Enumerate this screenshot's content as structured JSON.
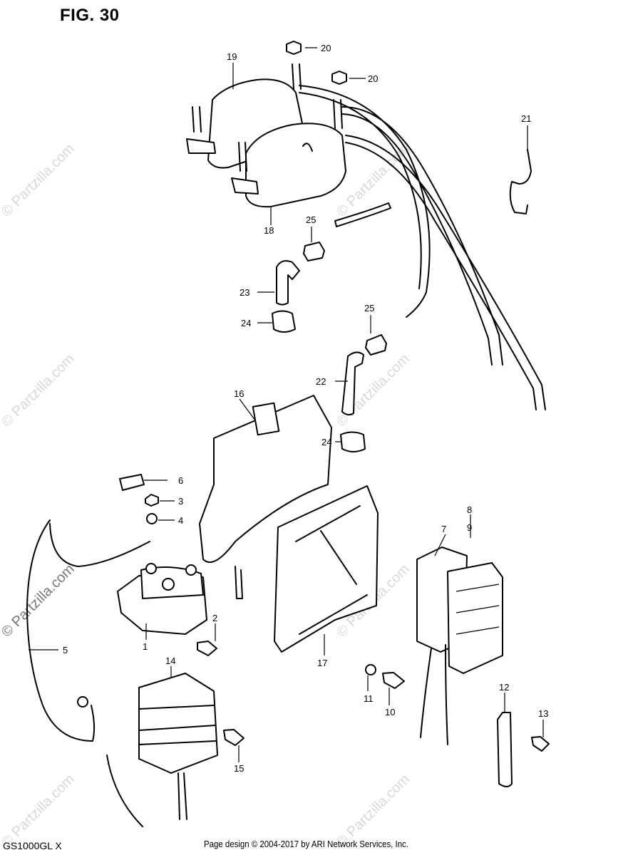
{
  "figure_title": "FIG. 30",
  "model_code": "GS1000GL X",
  "footer_text": "Page design © 2004-2017 by ARI Network Services, Inc.",
  "watermark_text": "© Partzilla.com",
  "callouts": [
    "20",
    "19",
    "20",
    "21",
    "18",
    "25",
    "23",
    "24",
    "25",
    "22",
    "16",
    "24",
    "6",
    "3",
    "4",
    "8",
    "9",
    "7",
    "5",
    "2",
    "1",
    "14",
    "17",
    "11",
    "10",
    "12",
    "13",
    "15"
  ]
}
